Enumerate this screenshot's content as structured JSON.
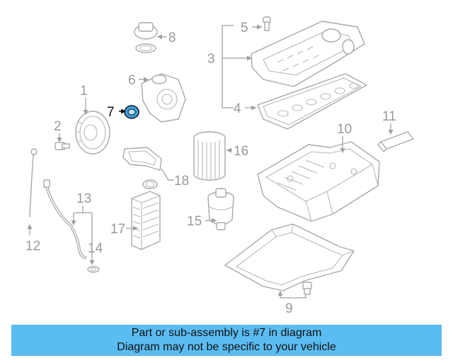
{
  "callouts": {
    "c1": "1",
    "c2": "2",
    "c3": "3",
    "c4": "4",
    "c5": "5",
    "c6": "6",
    "c7": "7",
    "c8": "8",
    "c9": "9",
    "c10": "10",
    "c11": "11",
    "c12": "12",
    "c13": "13",
    "c14": "14",
    "c15": "15",
    "c16": "16",
    "c17": "17",
    "c18": "18"
  },
  "highlighted_part": "7",
  "colors": {
    "banner_background": "#5bbcf1",
    "highlight_part": "#3aa0dd",
    "line_art": "#a8a8a8"
  },
  "banner": {
    "line1": "Part or sub-assembly is #7 in diagram",
    "line2": "Diagram may not be specific to your vehicle"
  }
}
